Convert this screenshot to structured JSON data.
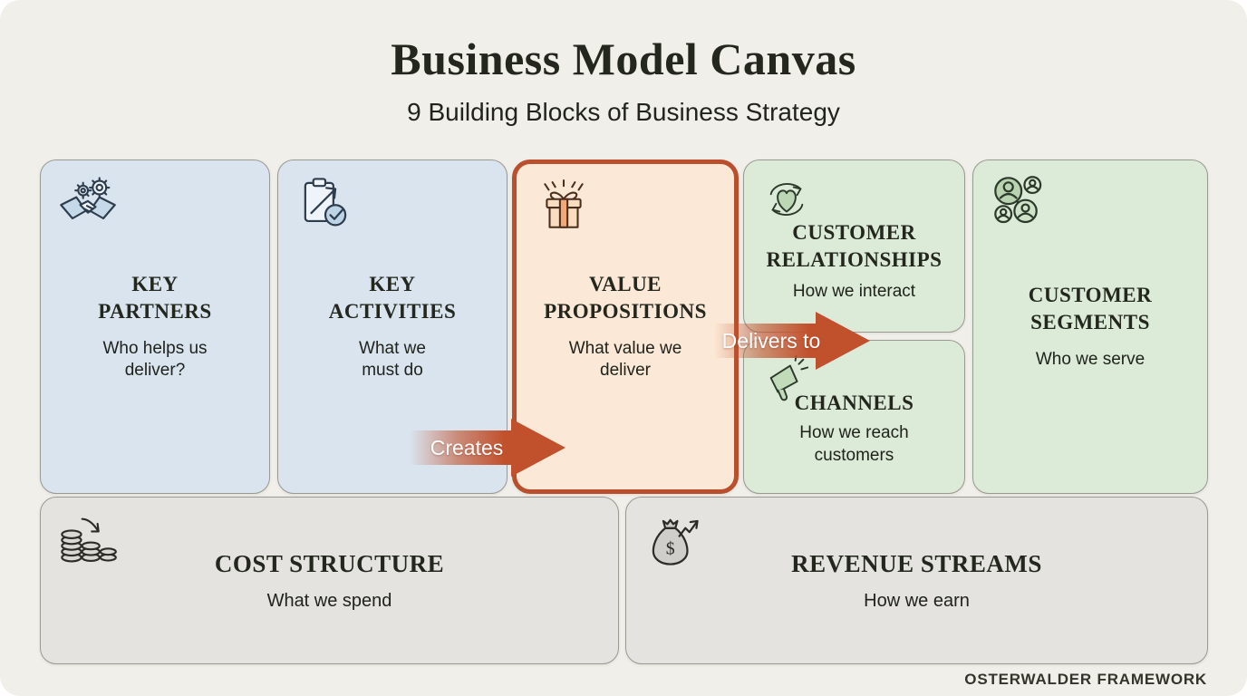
{
  "header": {
    "title": "Business Model Canvas",
    "subtitle": "9 Building Blocks of Business Strategy"
  },
  "footer": {
    "label": "OSTERWALDER FRAMEWORK"
  },
  "arrows": {
    "creates": {
      "label": "Creates"
    },
    "delivers_to": {
      "label": "Delivers to"
    }
  },
  "blocks": {
    "key_partners": {
      "title": "KEY PARTNERS",
      "subtitle": "Who helps us deliver?",
      "icon": "handshake-gears-icon",
      "bg": "#d9e4ef"
    },
    "key_activities": {
      "title": "KEY ACTIVITIES",
      "subtitle": "What we must do",
      "icon": "clipboard-check-icon",
      "bg": "#d9e4ef"
    },
    "value_propositions": {
      "title": "VALUE PROPOSITIONS",
      "subtitle": "What value we deliver",
      "icon": "gift-icon",
      "bg": "#fbe8d6",
      "border": "#b94f2c"
    },
    "customer_relationships": {
      "title": "CUSTOMER RELATIONSHIPS",
      "subtitle": "How we interact",
      "icon": "heart-cycle-icon",
      "bg": "#dcead8"
    },
    "channels": {
      "title": "CHANNELS",
      "subtitle": "How we reach customers",
      "icon": "megaphone-icon",
      "bg": "#dcead8"
    },
    "customer_segments": {
      "title": "CUSTOMER SEGMENTS",
      "subtitle": "Who we serve",
      "icon": "people-icon",
      "bg": "#dcead8"
    },
    "cost_structure": {
      "title": "COST STRUCTURE",
      "subtitle": "What we spend",
      "icon": "coins-down-icon",
      "bg": "#e4e3df"
    },
    "revenue_streams": {
      "title": "REVENUE STREAMS",
      "subtitle": "How we earn",
      "icon": "money-bag-icon",
      "bg": "#e4e3df"
    }
  },
  "colors": {
    "background": "#f1efe9",
    "accent_arrow": "#c1512d",
    "blue_block": "#d9e4ef",
    "green_block": "#dcead8",
    "peach_block": "#fbe8d6",
    "peach_border": "#b94f2c",
    "gray_block": "#e4e3df",
    "block_border": "#9a9992",
    "text_dark": "#23271e"
  }
}
